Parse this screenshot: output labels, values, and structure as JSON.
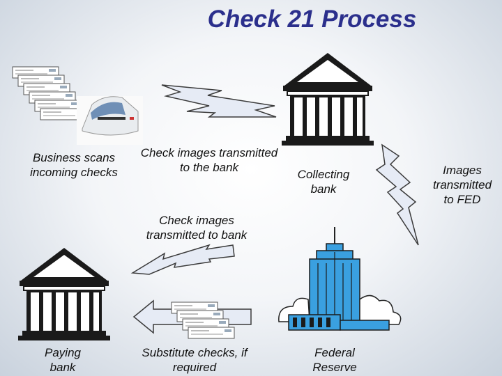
{
  "title": "Check 21 Process",
  "captions": {
    "business_scans": "Business scans incoming checks",
    "transmit_to_bank": "Check images transmitted to the bank",
    "collecting_bank": "Collecting bank",
    "images_to_fed": "Images transmitted to FED",
    "transmit_bank2": "Check images transmitted to bank",
    "paying_bank": "Paying bank",
    "substitute_checks": "Substitute checks, if required",
    "federal_reserve": "Federal Reserve"
  },
  "icons": [
    "check-stack-icon",
    "check-scanner-icon",
    "lightning-icon",
    "bank-building-icon",
    "office-tower-icon",
    "left-arrow-icon"
  ],
  "colors": {
    "title": "#2b2f8c",
    "bolt_fill": "#e6ebf5",
    "tower_blue": "#3aa0e0"
  }
}
